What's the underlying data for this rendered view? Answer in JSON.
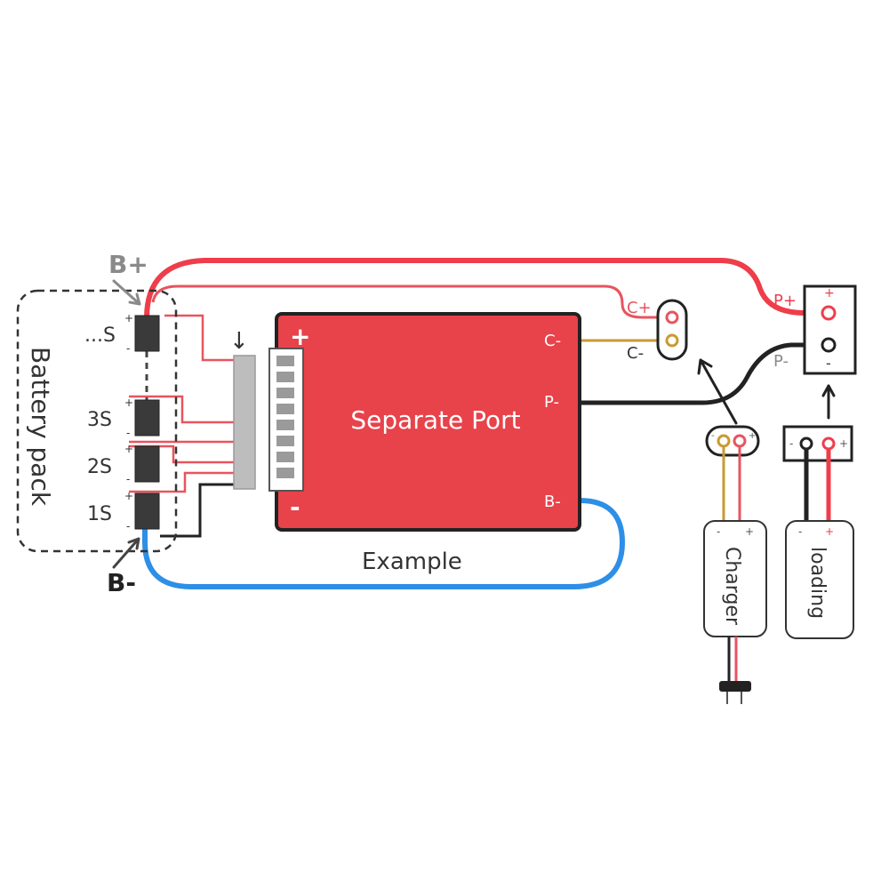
{
  "battery_pack": {
    "label": "Battery pack",
    "cells": [
      {
        "label": "...S",
        "plus": "+",
        "minus": "-"
      },
      {
        "label": "3S",
        "plus": "+",
        "minus": "-"
      },
      {
        "label": "2S",
        "plus": "+",
        "minus": "-"
      },
      {
        "label": "1S",
        "plus": "+",
        "minus": "-"
      }
    ],
    "b_plus": "B+",
    "b_minus": "B-"
  },
  "board": {
    "title": "Separate Port",
    "plus": "+",
    "minus": "-",
    "port_c_minus": "C-",
    "port_p_minus": "P-",
    "port_b_minus": "B-",
    "balance_arrow": "↓"
  },
  "caption": "Example",
  "charge_port": {
    "c_plus": "C+",
    "c_minus": "C-"
  },
  "output_port": {
    "p_plus": "P+",
    "p_minus": "P-",
    "plus_mark": "+",
    "minus_mark": "-"
  },
  "charger": {
    "label": "Charger",
    "minus": "-",
    "plus": "+",
    "plug_minus": "-",
    "plug_plus": "+"
  },
  "loading": {
    "label": "loading",
    "minus": "-",
    "plus": "+",
    "plug_minus": "-",
    "plug_plus": "+"
  },
  "colors": {
    "red_wire": "#ef3d4a",
    "pink_wire": "#e8545f",
    "black_wire": "#222222",
    "blue_wire": "#2d8fe6",
    "gold_wire": "#c99a33",
    "board_fill": "#e8424a",
    "connector": "#bdbdbd"
  }
}
